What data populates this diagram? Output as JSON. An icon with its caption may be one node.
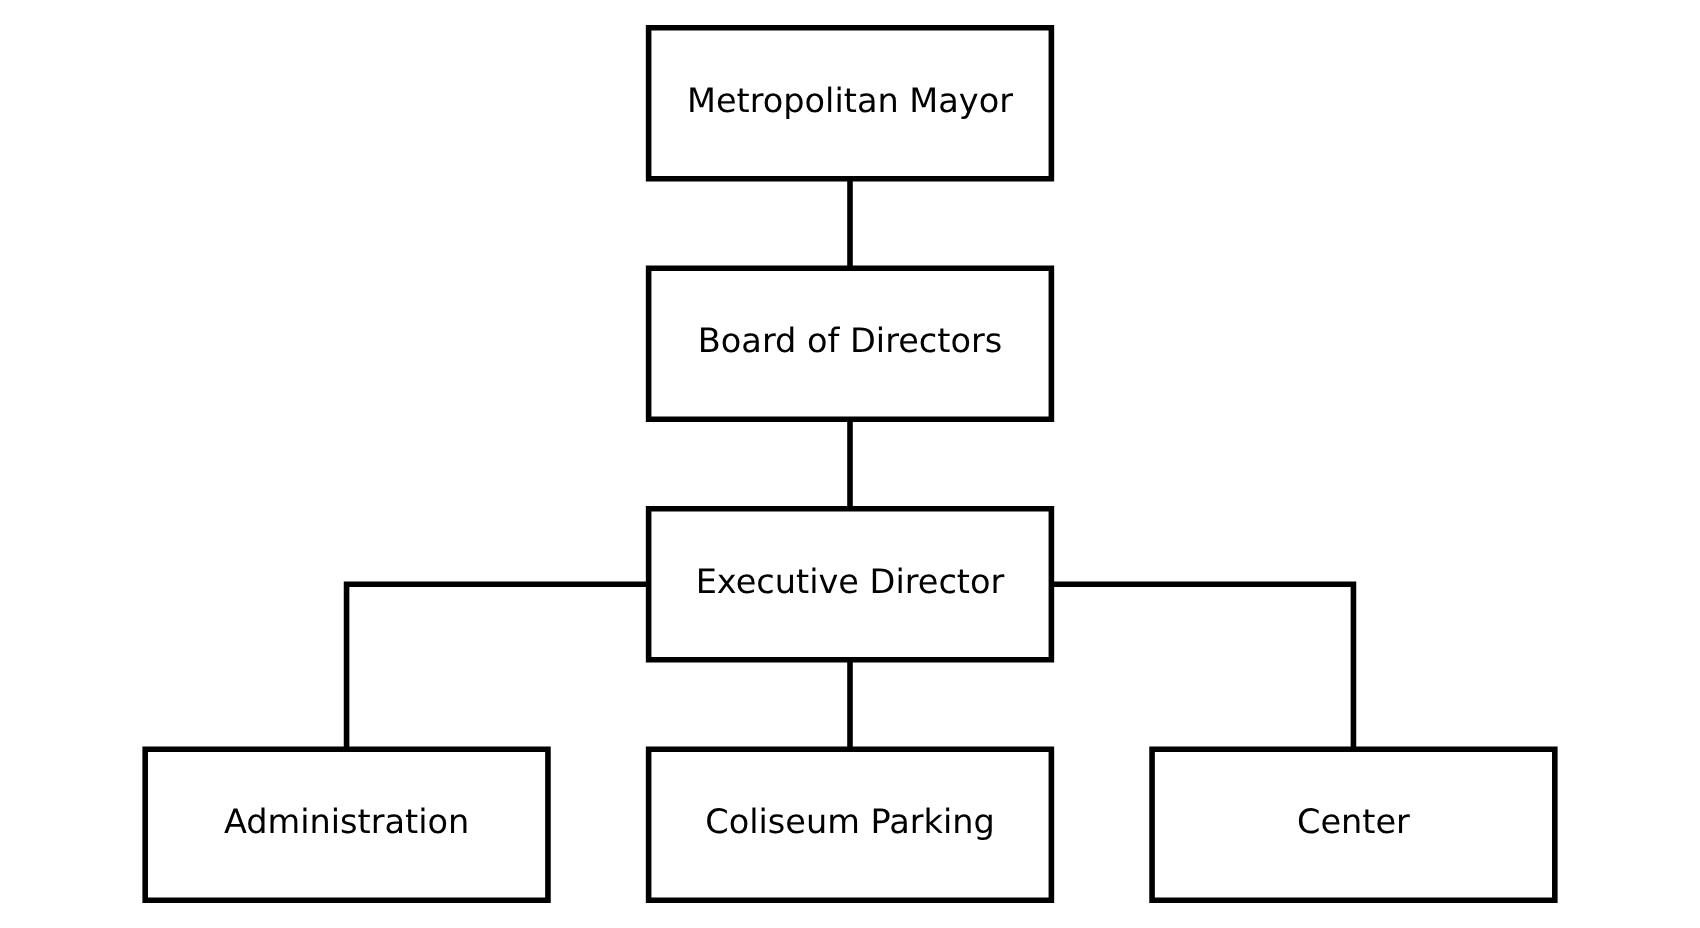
{
  "diagram": {
    "nodes": [
      {
        "text": [
          "Metropolitan Mayor"
        ]
      },
      {
        "text": [
          "Board of Directors"
        ]
      },
      {
        "text": [
          "Executive Director"
        ]
      },
      {
        "text": [
          "Administration"
        ]
      },
      {
        "text": [
          "Coliseum Parking"
        ]
      },
      {
        "text": [
          "Center"
        ]
      }
    ],
    "edges": [
      {
        "from": 0,
        "to": 1,
        "arrow": "none"
      },
      {
        "from": 1,
        "to": 2,
        "arrow": "none"
      },
      {
        "from": 2,
        "to": 3,
        "arrow": "none"
      },
      {
        "from": 2,
        "to": 4,
        "arrow": "none"
      },
      {
        "from": 2,
        "to": 5,
        "arrow": "none"
      }
    ]
  }
}
